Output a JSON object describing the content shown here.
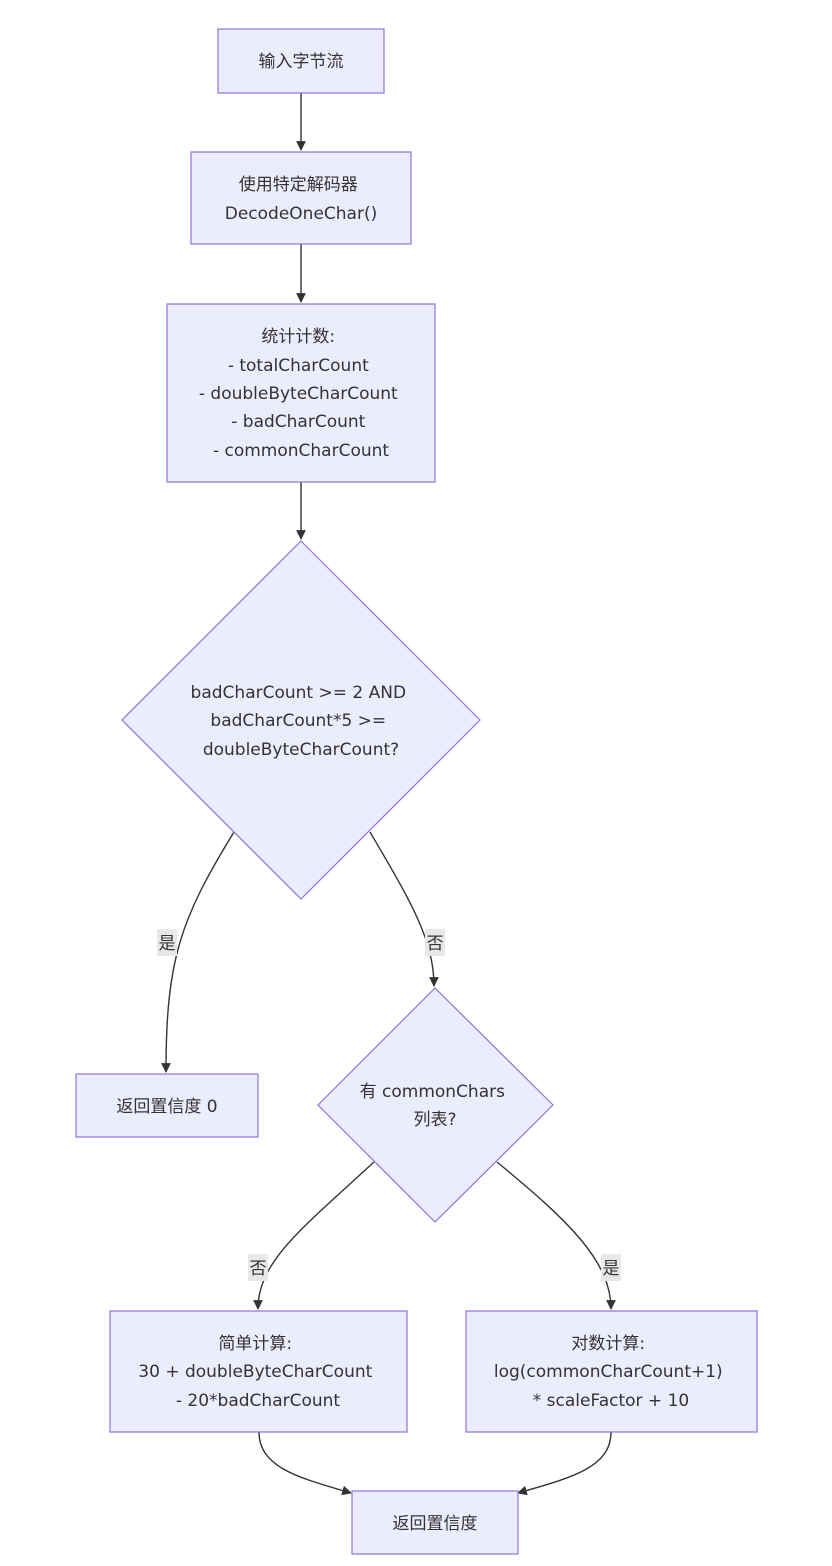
{
  "colors": {
    "node_fill": "#ECECFF",
    "node_stroke": "#9370DB",
    "edge": "#333333",
    "label_bg": "#E8E8E8"
  },
  "nodes": {
    "input": {
      "lines": [
        "输入字节流"
      ]
    },
    "decode": {
      "lines": [
        "使用特定解码器",
        "DecodeOneChar()"
      ]
    },
    "count": {
      "lines": [
        "统计计数:",
        "- totalCharCount",
        "- doubleByteCharCount",
        "- badCharCount",
        "- commonCharCount"
      ]
    },
    "check_bad": {
      "lines": [
        "badCharCount >= 2 AND",
        "badCharCount*5 >=",
        "doubleByteCharCount?"
      ]
    },
    "return_zero": {
      "lines": [
        "返回置信度 0"
      ]
    },
    "check_common": {
      "lines": [
        "有 commonChars",
        "列表?"
      ]
    },
    "simple_calc": {
      "lines": [
        "简单计算:",
        "30 + doubleByteCharCount",
        "- 20*badCharCount"
      ]
    },
    "log_calc": {
      "lines": [
        "对数计算:",
        "log(commonCharCount+1)",
        "* scaleFactor + 10"
      ]
    },
    "return_conf": {
      "lines": [
        "返回置信度"
      ]
    }
  },
  "edge_labels": {
    "bad_yes": "是",
    "bad_no": "否",
    "common_no": "否",
    "common_yes": "是"
  }
}
